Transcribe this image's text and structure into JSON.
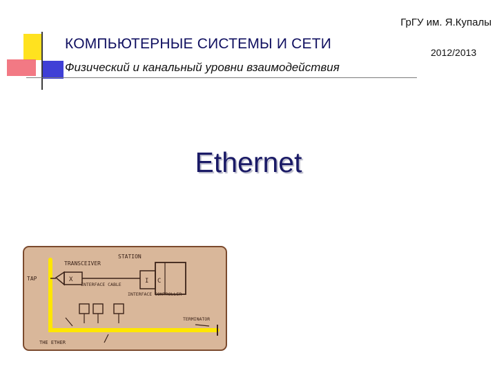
{
  "header": {
    "university": "ГрГУ им. Я.Купалы",
    "years": "2012/2013",
    "course_title": "КОМПЬЮТЕРНЫЕ СИСТЕМЫ  И СЕТИ",
    "subtitle": "Физический и канальный уровни взаимодействия"
  },
  "slide": {
    "heading": "Ethernet"
  },
  "diagram": {
    "labels": {
      "station": "STATION",
      "transceiver": "TRANSCEIVER",
      "tap": "TAP",
      "x": "X",
      "interface_cable": "INTERFACE CABLE",
      "i": "I",
      "c": "C",
      "interface_controller": "INTERFACE CONTROLLER",
      "terminator": "TERMINATOR",
      "the_ether": "THE ETHER"
    },
    "colors": {
      "frame_bg": "#d9b79a",
      "frame_border": "#7b4a2d",
      "ether_line": "#ffe600",
      "ink": "#3a2218"
    }
  }
}
